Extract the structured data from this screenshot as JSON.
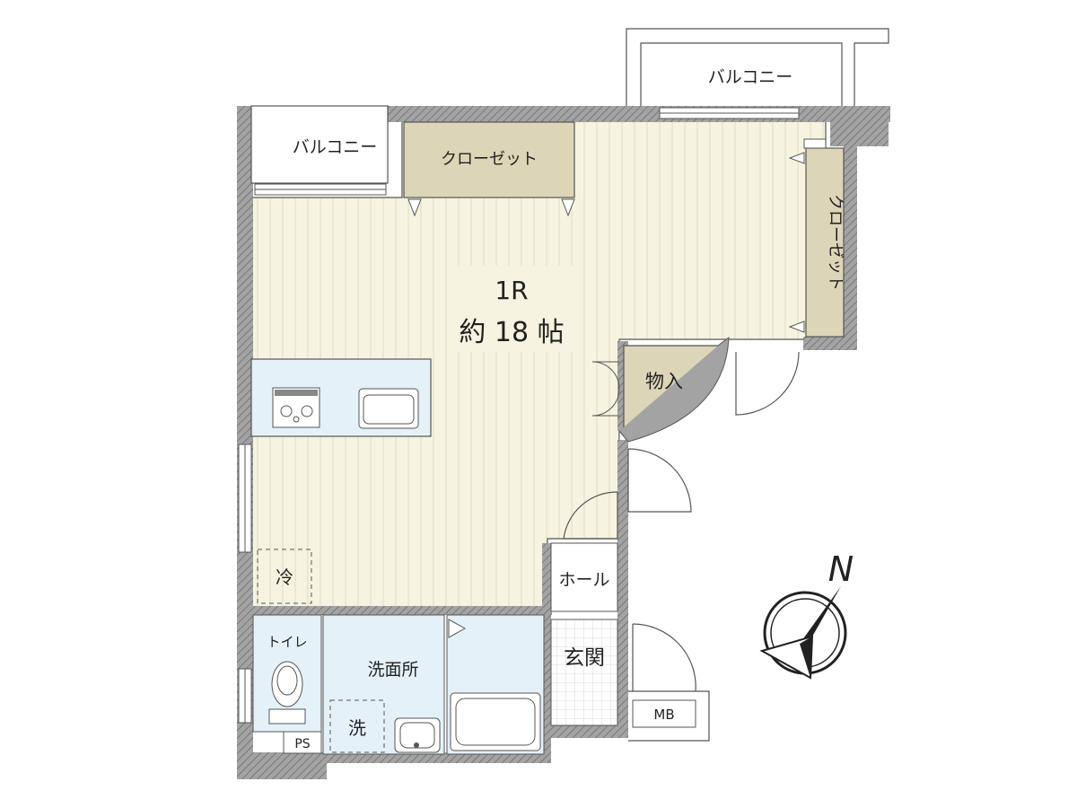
{
  "plan": {
    "type_label": "1R",
    "size_label": "約 18 帖"
  },
  "rooms": {
    "balcony_top_right": "バルコニー",
    "balcony_top_left": "バルコニー",
    "closet_top": "クローゼット",
    "closet_right": "クローゼット",
    "storage": "物入",
    "hall": "ホール",
    "entrance": "玄関",
    "toilet": "トイレ",
    "washroom": "洗面所",
    "fridge": "冷",
    "washer": "洗",
    "pipe_space": "PS",
    "meter_box": "MB"
  },
  "compass": {
    "label": "N",
    "icon": "north-compass-icon"
  },
  "colors": {
    "floor": "#f6f4e0",
    "floor_stripe": "#e3e1c8",
    "closet": "#ddd5b8",
    "wet_area": "#e4f1f8",
    "wall": "#9a9a9a",
    "wall_hatch": "#6e6e6e",
    "line": "#444444"
  }
}
